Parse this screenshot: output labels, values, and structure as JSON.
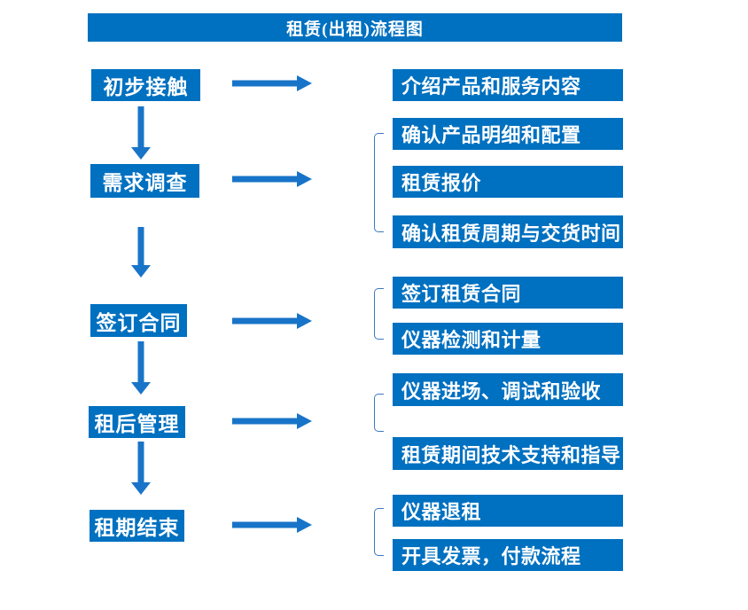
{
  "title": "租赁(出租)流程图",
  "colors": {
    "box": "#0070C0",
    "arrow": "#1874C8",
    "bracket": "#3C78BE",
    "text": "#FFFFFF"
  },
  "flow": [
    {
      "step": "初步接触",
      "details": [
        "介绍产品和服务内容"
      ]
    },
    {
      "step": "需求调查",
      "details": [
        "确认产品明细和配置",
        "租赁报价",
        "确认租赁周期与交货时间"
      ]
    },
    {
      "step": "签订合同",
      "details": [
        "签订租赁合同",
        "仪器检测和计量"
      ]
    },
    {
      "step": "租后管理",
      "details": [
        "仪器进场、调试和验收",
        "租赁期间技术支持和指导"
      ]
    },
    {
      "step": "租期结束",
      "details": [
        "仪器退租",
        "开具发票，付款流程"
      ]
    }
  ]
}
